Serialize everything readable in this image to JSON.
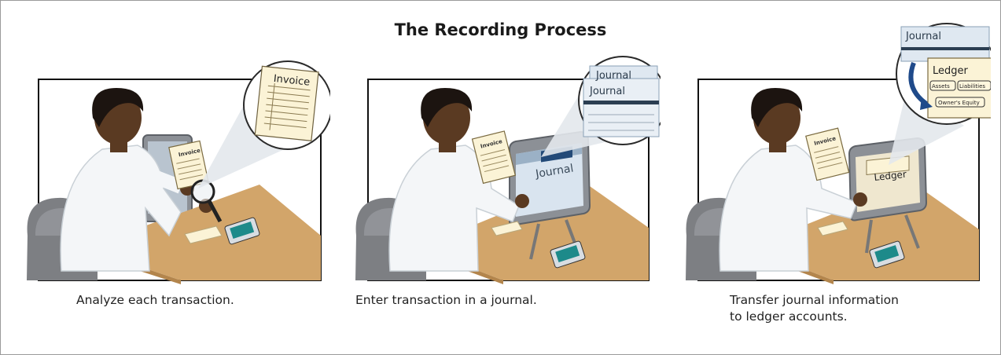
{
  "title": "The Recording Process",
  "steps": [
    {
      "caption": "Analyze each transaction.",
      "zoom_label": "Invoice",
      "doc_label": "Invoice"
    },
    {
      "caption": "Enter transaction in a journal.",
      "zoom_label": "Journal",
      "doc_label": "Invoice",
      "screen_label": "Journal"
    },
    {
      "caption_lines": [
        "Transfer journal information",
        "to ledger accounts."
      ],
      "zoom_label": "Journal",
      "zoom_sublabel": "Ledger",
      "zoom_accounts": [
        "Assets",
        "Liabilities",
        "Owner's Equity"
      ],
      "doc_label": "Invoice",
      "screen_label": "Ledger"
    }
  ],
  "colors": {
    "skin": "#5a3a22",
    "hair": "#1c1410",
    "shirt": "#f4f6f8",
    "desk": "#d2a56a",
    "desk_edge": "#b3854c",
    "chair": "#7d7f83",
    "paper": "#fbf3d6",
    "screen": "#d9e4ef"
  }
}
